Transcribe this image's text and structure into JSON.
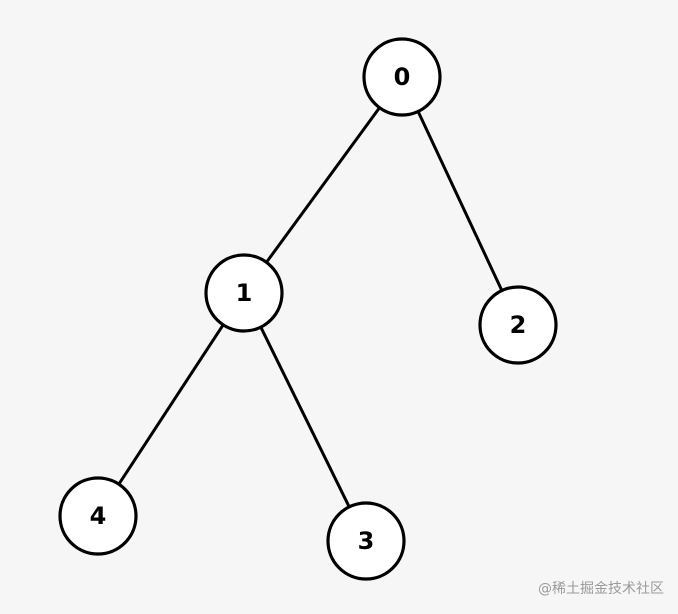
{
  "tree": {
    "nodes": [
      {
        "id": "0",
        "label": "0"
      },
      {
        "id": "1",
        "label": "1"
      },
      {
        "id": "2",
        "label": "2"
      },
      {
        "id": "3",
        "label": "3"
      },
      {
        "id": "4",
        "label": "4"
      }
    ],
    "edges": [
      {
        "from": "0",
        "to": "1"
      },
      {
        "from": "0",
        "to": "2"
      },
      {
        "from": "1",
        "to": "4"
      },
      {
        "from": "1",
        "to": "3"
      }
    ]
  },
  "watermark": "@稀土掘金技术社区"
}
